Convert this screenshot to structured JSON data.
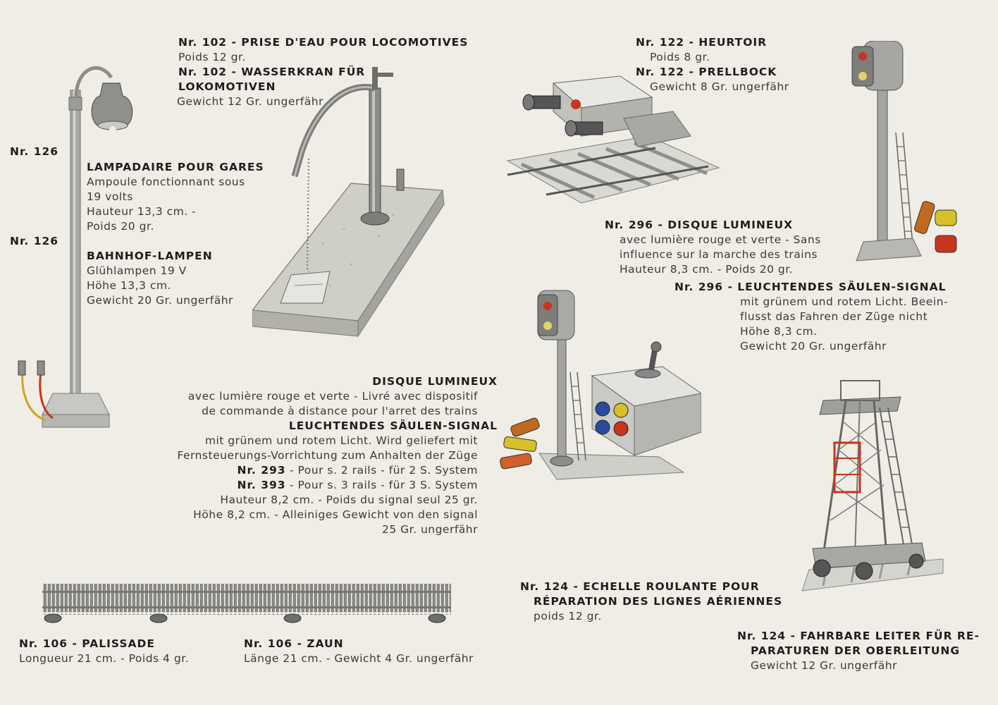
{
  "water_crane": {
    "fr_title": "Nr. 102 - PRISE D'EAU POUR LOCOMOTIVES",
    "fr_weight": "Poids 12 gr.",
    "de_title_1": "Nr. 102 - WASSERKRAN FÜR",
    "de_title_2": "LOKOMOTIVEN",
    "de_weight": "Gewicht 12 Gr. ungerfähr"
  },
  "buffer": {
    "fr_title": "Nr. 122 - HEURTOIR",
    "fr_weight": "Poids 8 gr.",
    "de_title": "Nr. 122 - PRELLBOCK",
    "de_weight": "Gewicht 8 Gr. ungerfähr"
  },
  "lamp": {
    "nr_1": "Nr. 126",
    "nr_2": "Nr. 126",
    "fr_title": "LAMPADAIRE POUR GARES",
    "fr_lines": [
      "Ampoule fonctionnant sous",
      "19 volts",
      "Hauteur 13,3 cm. -",
      "Poids 20 gr."
    ],
    "de_title": "BAHNHOF-LAMPEN",
    "de_lines": [
      "Glühlampen 19 V",
      "Höhe 13,3 cm.",
      "Gewicht 20 Gr. ungerfähr"
    ]
  },
  "disc_296": {
    "fr_title": "Nr. 296 - DISQUE LUMINEUX",
    "fr_lines": [
      "avec lumière rouge et verte - Sans",
      "influence sur la marche des trains",
      "Hauteur 8,3 cm. - Poids 20 gr."
    ],
    "de_title": "Nr. 296 - LEUCHTENDES SÄULEN-SIGNAL",
    "de_lines": [
      "mit grünem und rotem Licht. Beein-",
      "flusst das Fahren der Züge nicht",
      "Höhe 8,3 cm.",
      "Gewicht 20 Gr. ungerfähr"
    ]
  },
  "disc_293": {
    "fr_title": "DISQUE LUMINEUX",
    "fr_lines": [
      "avec lumière rouge et verte - Livré avec dispositif",
      "de commande à distance pour l'arret des trains"
    ],
    "de_title": "LEUCHTENDES SÄULEN-SIGNAL",
    "de_lines": [
      "mit grünem und rotem Licht. Wird geliefert mit",
      "Fernsteuerungs-Vorrichtung zum Anhalten der Züge"
    ],
    "nr_293": "Nr. 293",
    "nr_293_text": " - Pour s. 2 rails - für 2 S. System",
    "nr_393": "Nr. 393",
    "nr_393_text": " - Pour s. 3 rails - für 3 S. System",
    "tail_lines": [
      "Hauteur 8,2 cm. - Poids du signal seul 25 gr.",
      "Höhe 8,2 cm. - Alleiniges Gewicht von den signal",
      "25 Gr. ungerfähr"
    ]
  },
  "fence": {
    "fr_title": "Nr. 106 - PALISSADE",
    "fr_line": "Longueur 21 cm. - Poids 4 gr.",
    "de_title": "Nr. 106 - ZAUN",
    "de_line": "Länge 21 cm. - Gewicht 4 Gr. ungerfähr"
  },
  "ladder": {
    "fr_title_1": "Nr. 124 - ECHELLE ROULANTE POUR",
    "fr_title_2": "RÉPARATION DES LIGNES AÉRIENNES",
    "fr_weight": "poids 12 gr.",
    "de_title_1": "Nr. 124 - FAHRBARE LEITER FÜR RE-",
    "de_title_2": "PARATUREN DER OBERLEITUNG",
    "de_weight": "Gewicht 12 Gr. ungerfähr"
  },
  "colors": {
    "paper": "#efede6",
    "text": "#3a3a3a",
    "heading": "#1e1e1e",
    "metal": "#9a9a98",
    "red": "#c8341e",
    "yellow": "#e0c020"
  }
}
